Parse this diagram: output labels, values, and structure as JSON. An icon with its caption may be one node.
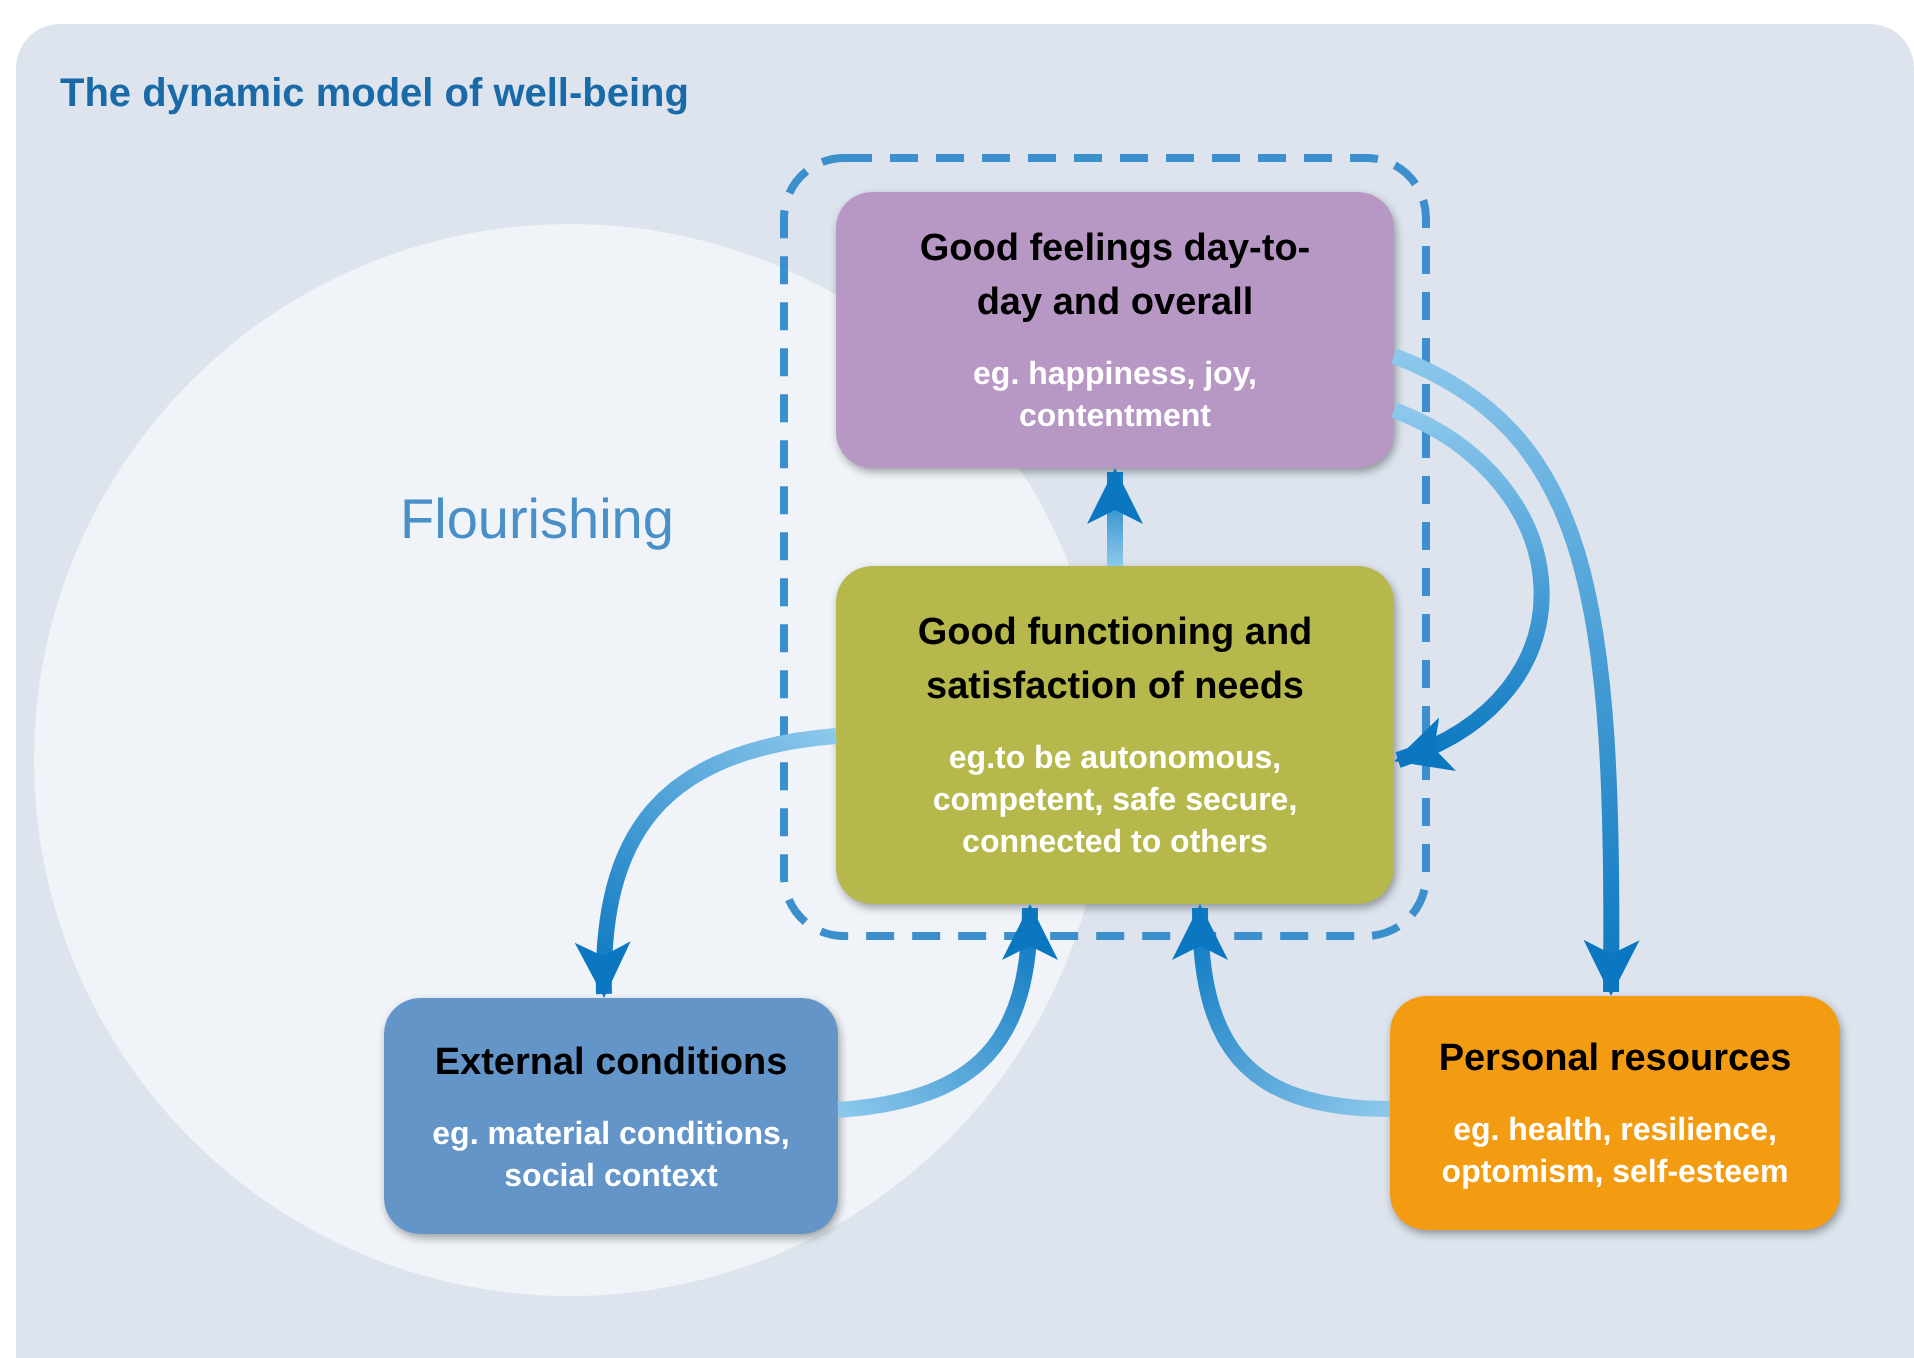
{
  "diagram": {
    "title": "The dynamic model of well-being",
    "nodes": [
      {
        "text": [],
        "shape": "box"
      },
      {
        "text": [
          "Good feelings day-to-day and overall",
          "eg. happiness, joy, contentment"
        ],
        "in": 0
      },
      {
        "text": [
          "Good functioning and satisfaction of needs",
          "eg.to be autonomous, competent, safe secure, connected to others"
        ],
        "in": 0
      },
      {
        "text": [
          "External conditions",
          "eg. material conditions, social context"
        ]
      },
      {
        "text": [
          "Personal resources",
          "eg. health, resilience, optomism, self-esteem"
        ]
      }
    ],
    "edges": [
      {
        "from": 2,
        "to": 1,
        "arrow": "to"
      },
      {
        "from": 1,
        "to": 2,
        "arrow": "to"
      },
      {
        "from": 1,
        "to": 4,
        "arrow": "to"
      },
      {
        "from": 2,
        "to": 3,
        "arrow": "to"
      },
      {
        "from": 3,
        "to": 2,
        "arrow": "to"
      },
      {
        "from": 4,
        "to": 2,
        "arrow": "to"
      }
    ],
    "labels": [
      "Flourishing"
    ]
  }
}
